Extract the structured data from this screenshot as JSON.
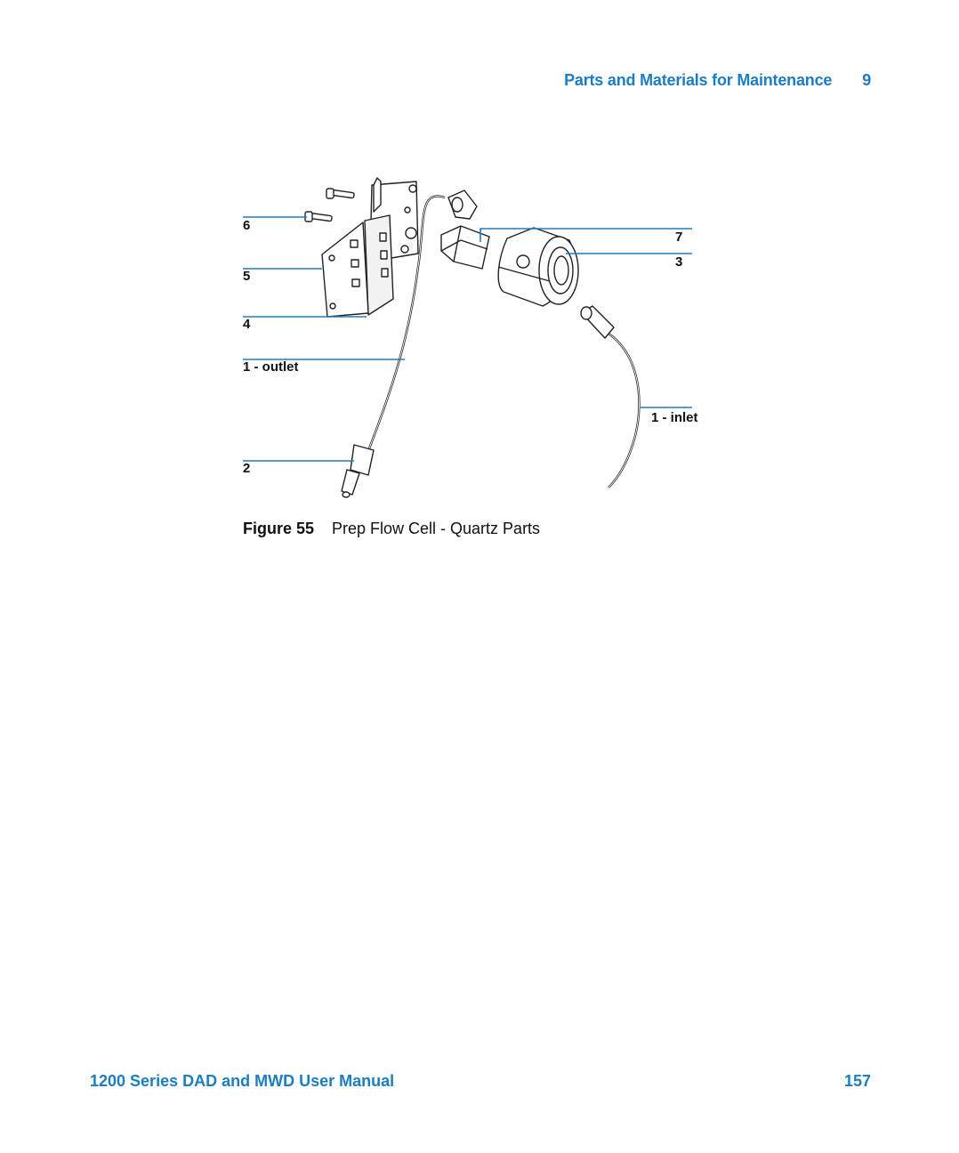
{
  "header": {
    "section_title": "Parts and Materials for Maintenance",
    "chapter_number": "9"
  },
  "figure": {
    "callouts": {
      "c6": "6",
      "c5": "5",
      "c4": "4",
      "c1_outlet": "1 - outlet",
      "c2": "2",
      "c7": "7",
      "c3": "3",
      "c1_inlet": "1 - inlet"
    },
    "caption_number": "Figure 55",
    "caption_text": "Prep Flow Cell - Quartz Parts"
  },
  "footer": {
    "manual_title": "1200 Series DAD and MWD User Manual",
    "page_number": "157"
  }
}
